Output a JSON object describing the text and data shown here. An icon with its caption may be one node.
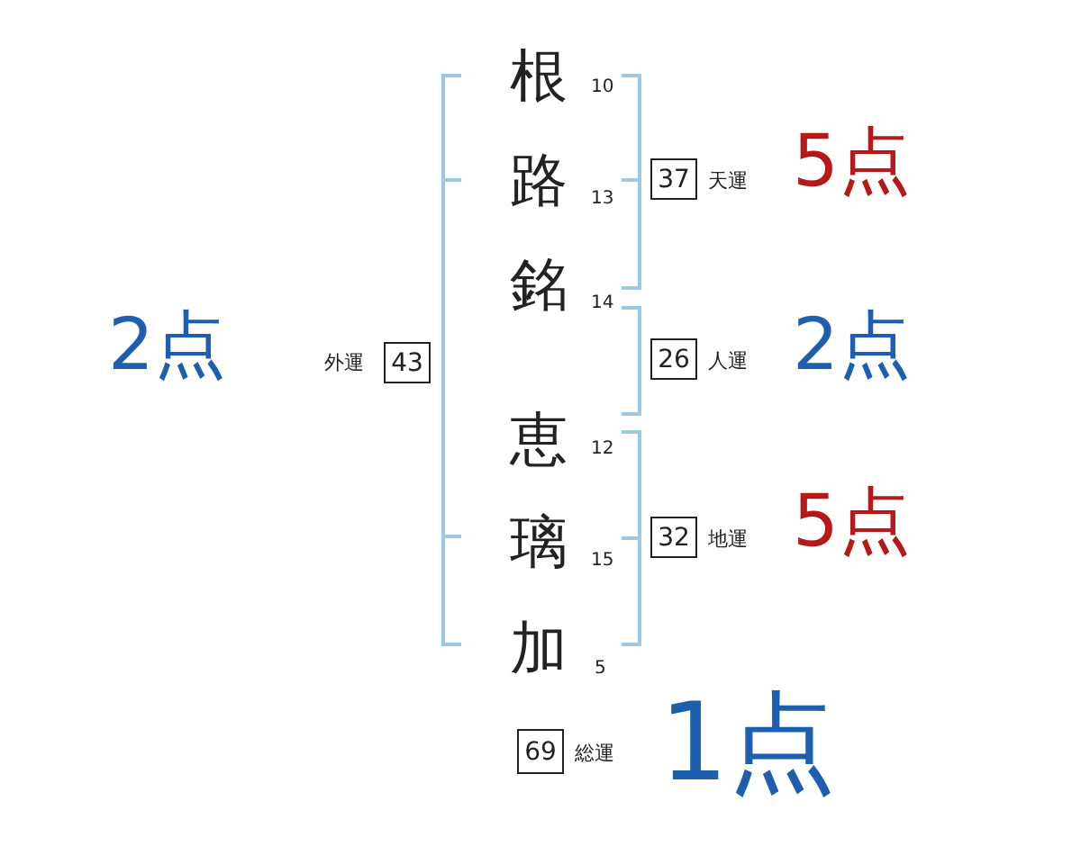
{
  "diagram": {
    "nodes": [
      {
        "text": [
          "43"
        ],
        "beside": [
          "外運"
        ]
      },
      {
        "text": [
          "37"
        ],
        "beside": [
          "天運"
        ]
      },
      {
        "text": [
          "26"
        ],
        "beside": [
          "人運"
        ]
      },
      {
        "text": [
          "32"
        ],
        "beside": [
          "地運"
        ]
      },
      {
        "text": [
          "69"
        ],
        "beside": [
          "総運"
        ]
      }
    ],
    "edges": [],
    "labels": [
      "2点",
      "根",
      "10",
      "路",
      "13",
      "銘",
      "14",
      "恵",
      "12",
      "璃",
      "15",
      "加",
      "5",
      "5点",
      "2点",
      "5点",
      "1点"
    ]
  }
}
